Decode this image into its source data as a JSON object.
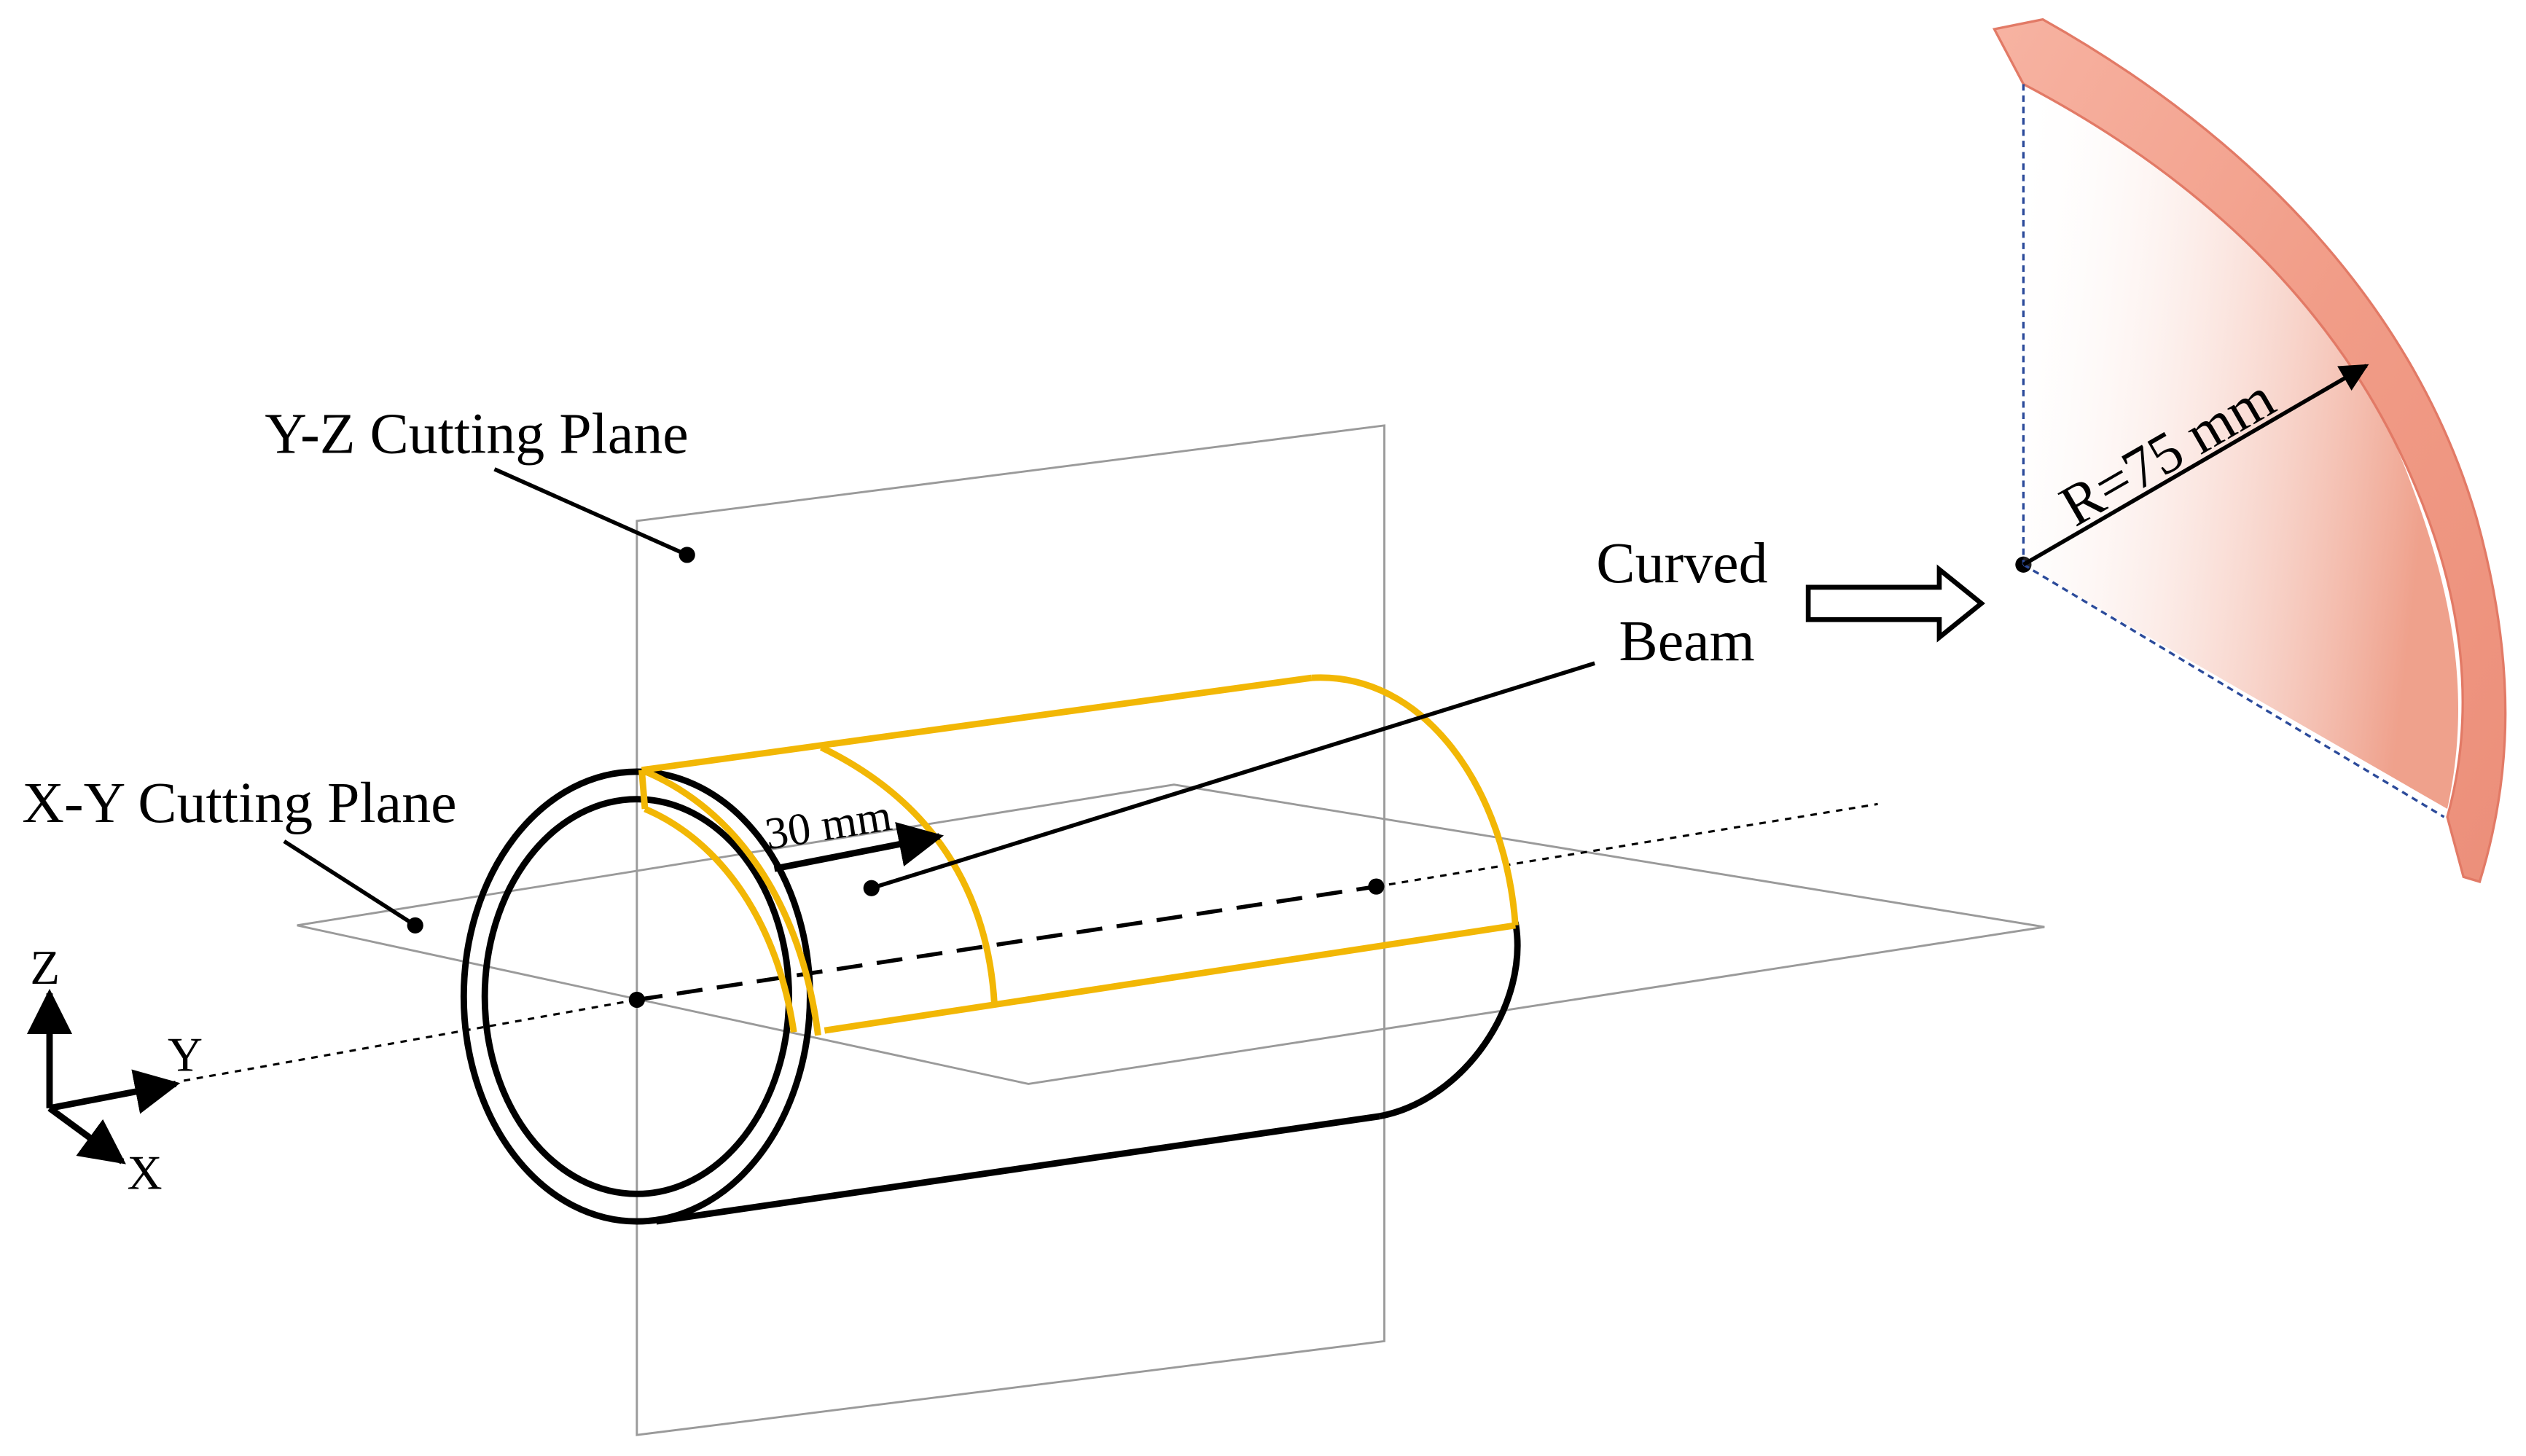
{
  "labels": {
    "yz_plane": "Y-Z Cutting Plane",
    "xy_plane": "X-Y Cutting Plane",
    "curved_beam_line1": "Curved",
    "curved_beam_line2": "Beam",
    "width_dim": "30 mm",
    "radius_dim": "R=75 mm"
  },
  "axes": {
    "z": "Z",
    "y": "Y",
    "x": "X"
  },
  "colors": {
    "outline": "#000000",
    "beam_highlight": "#F2B705",
    "plane": "#9a9a9a",
    "guide_dash": "#2b4a9a",
    "beam_flesh": "#f2a08c",
    "beam_edge": "#e27a66"
  }
}
